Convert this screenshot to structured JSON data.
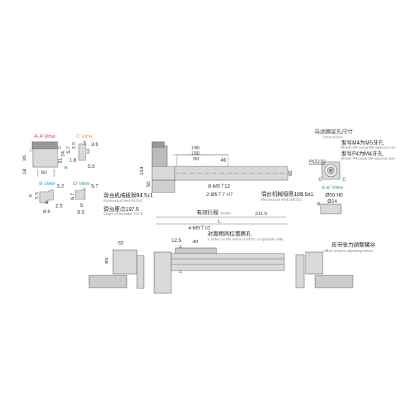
{
  "colors": {
    "section_view": "#e03a4a",
    "c_view": "#e8963a",
    "b_view": "#2aa0d8",
    "d_view": "#3aa55a",
    "e_view": "#2a9a8a",
    "part": "#d6d6d6",
    "line": "#555555"
  },
  "views": {
    "aa": "A-A View",
    "c": "C View",
    "b": "B View",
    "d": "D View",
    "ee": "E-E View"
  },
  "aa_view": {
    "c": "C",
    "d": "D",
    "b": "B",
    "d26": "26",
    "d18": "18",
    "d24": "24",
    "d31": "31",
    "d50": "50"
  },
  "c_view": {
    "d3_5a": "3.5",
    "d3": "3",
    "d3_5b": "3.5",
    "d5_7": "5.7",
    "d1_8": "1.8",
    "d5_5": "5.5"
  },
  "b_view": {
    "d5_2": "5.2",
    "d9": "9",
    "d5_5": "5.5",
    "d5": "5",
    "d2_5": "2.5",
    "d8_5": "8.5"
  },
  "d_view": {
    "d5_7": "5.7",
    "d6_7": "6.7",
    "d5": "5",
    "d8_5": "8.5"
  },
  "front": {
    "d190": "190",
    "d150": "150",
    "d50": "50",
    "d46": "46",
    "d65": "65",
    "d134": "134",
    "d55": "55",
    "holes1": "8-M5⊤12",
    "holes2": "2-Ø5⊤7 H7",
    "limit_left_cn": "滑台机械极限94.5±1",
    "limit_left_en": "Mechanical limit:94.5±1",
    "origin_cn": "滑台原点197.5",
    "origin_en": "Origin of actuator:197.5",
    "stroke_cn": "有效行程",
    "stroke_en": "Stroke",
    "d211_5": "211.5",
    "L": "L",
    "limit_right_cn": "滑台机械极限108.5±1",
    "limit_right_en": "Mechanical limit:108.5±1"
  },
  "motor": {
    "title_cn": "马达固定孔尺寸",
    "title_en": "Dimensions",
    "m4_cn": "型号M4为M5牙孔",
    "m4_en": "Model M4 using M5 tapping hole",
    "p4_cn": "型号P4为M4牙孔",
    "p4_en": "Model P4 using M4 tapping hole",
    "pcd": "PCD70",
    "e": "E",
    "d50h8": "Ø50 H8",
    "d14": "Ø14",
    "d6": "6"
  },
  "bottom": {
    "holes": "4-M5⊤10",
    "holes_cn": "封面相同位置两孔",
    "holes_en": "2 holes on the same position at opposite side.",
    "d12_5": "12.5",
    "d40": "40",
    "a": "A",
    "d63": "63",
    "d85": "85",
    "belt_cn": "皮带张力调整螺丝",
    "belt_en": "Belt tension adjusting screw"
  }
}
